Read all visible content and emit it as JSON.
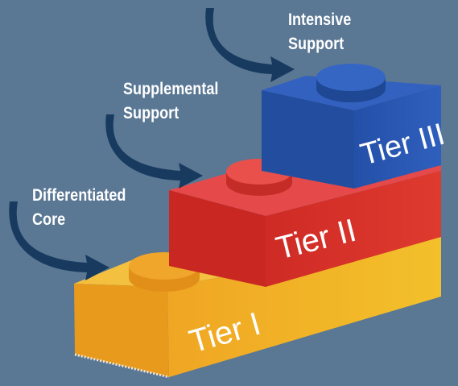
{
  "labels": {
    "differentiated": {
      "line1": "Differentiated",
      "line2": "Core"
    },
    "supplemental": {
      "line1": "Supplemental",
      "line2": "Support"
    },
    "intensive": {
      "line1": "Intensive",
      "line2": "Support"
    }
  },
  "tiers": {
    "tier1": "Tier I",
    "tier2": "Tier II",
    "tier3": "Tier III"
  },
  "colors": {
    "background": "#5a7794",
    "arrow": "#173a5e",
    "tier1": "#eba52e",
    "tier2": "#d4302b",
    "tier3": "#2a59b0"
  }
}
